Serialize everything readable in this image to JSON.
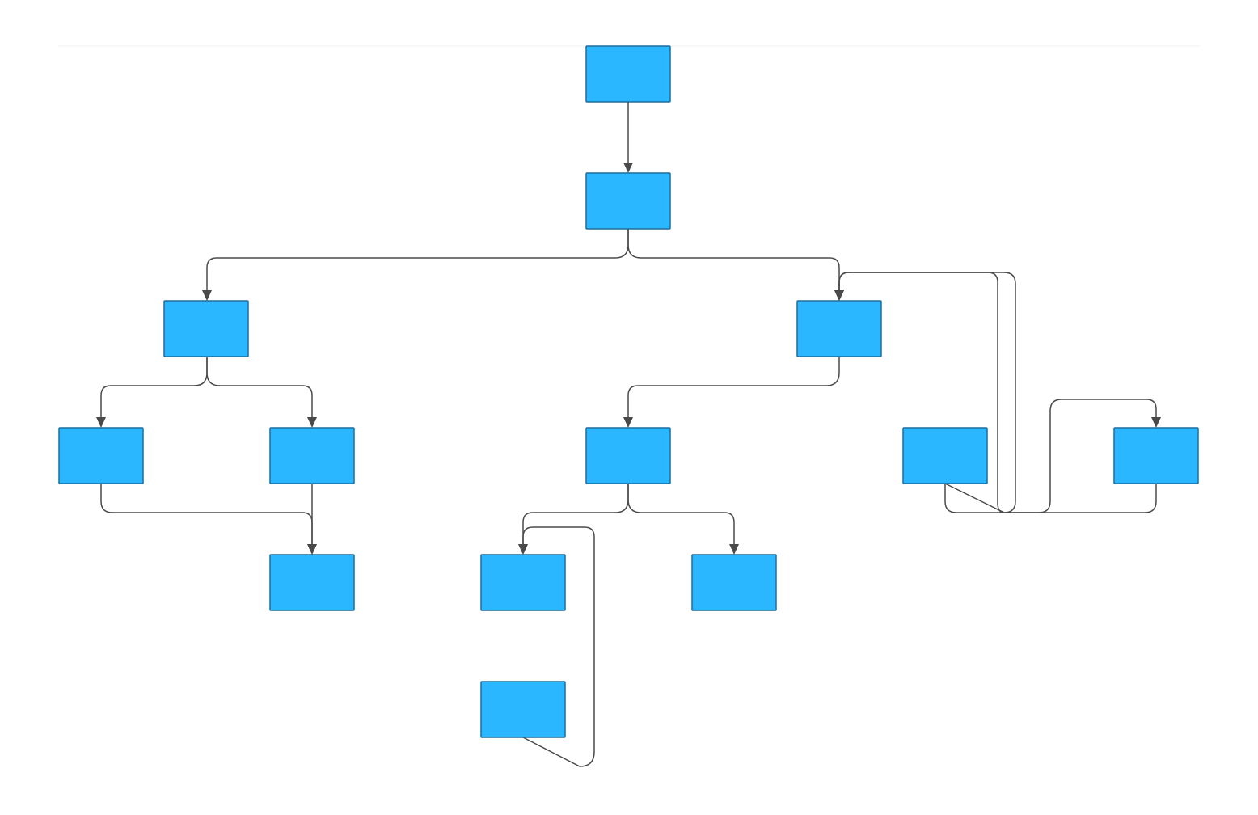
{
  "colors": {
    "node_fill": "#2bb7ff",
    "node_stroke": "#1d6e9e",
    "edge": "#4a4a4a",
    "background": "#ffffff",
    "rule": "#f2f2f2"
  },
  "nodes": [
    {
      "id": "n1",
      "label": ""
    },
    {
      "id": "n2",
      "label": ""
    },
    {
      "id": "n3",
      "label": ""
    },
    {
      "id": "n4",
      "label": ""
    },
    {
      "id": "n5",
      "label": ""
    },
    {
      "id": "n6",
      "label": ""
    },
    {
      "id": "n7",
      "label": ""
    },
    {
      "id": "n8",
      "label": ""
    },
    {
      "id": "n9",
      "label": ""
    },
    {
      "id": "n10",
      "label": ""
    },
    {
      "id": "n11",
      "label": ""
    },
    {
      "id": "n12",
      "label": ""
    },
    {
      "id": "n13",
      "label": ""
    },
    {
      "id": "n14",
      "label": ""
    }
  ],
  "edges": [
    {
      "from": "n1",
      "to": "n2"
    },
    {
      "from": "n2",
      "to": "n3"
    },
    {
      "from": "n2",
      "to": "n4"
    },
    {
      "from": "n3",
      "to": "n5"
    },
    {
      "from": "n3",
      "to": "n6"
    },
    {
      "from": "n5",
      "to": "n10"
    },
    {
      "from": "n6",
      "to": "n10"
    },
    {
      "from": "n4",
      "to": "n7"
    },
    {
      "from": "n7",
      "to": "n11"
    },
    {
      "from": "n7",
      "to": "n12"
    },
    {
      "from": "n13",
      "to": "n11"
    },
    {
      "from": "n8",
      "to": "n4"
    },
    {
      "from": "n9",
      "to": "n4"
    },
    {
      "from": "n8",
      "to": "n9"
    }
  ]
}
